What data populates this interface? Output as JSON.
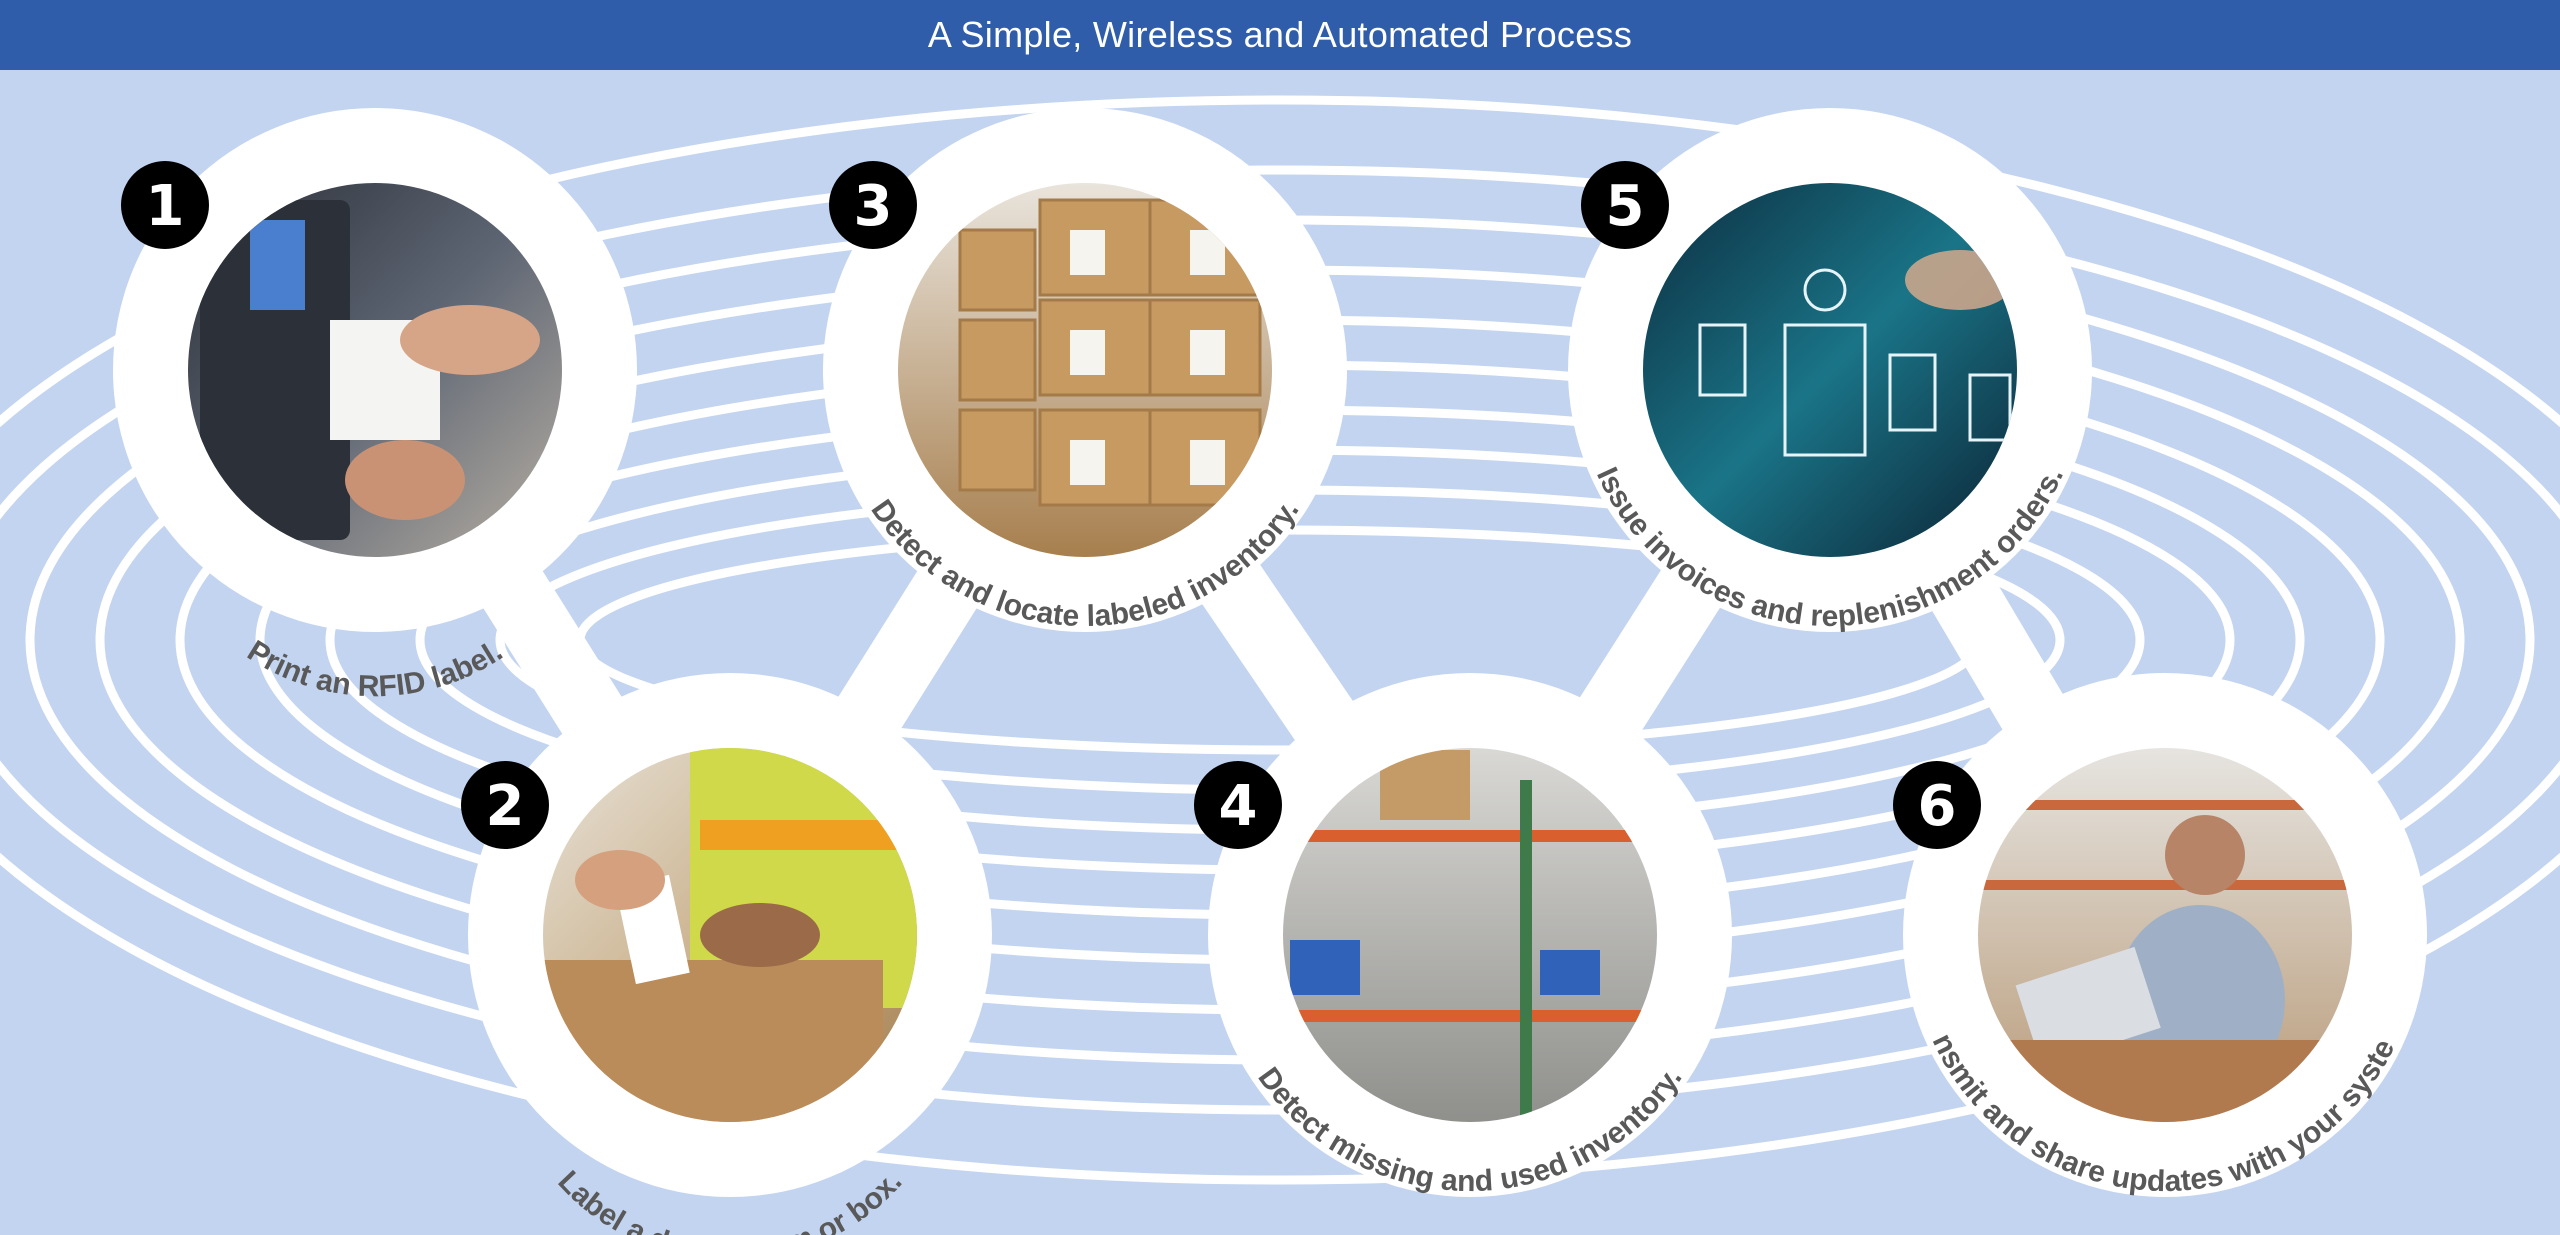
{
  "header": {
    "title": "A Simple, Wireless and Automated Process"
  },
  "steps": [
    {
      "number": "1",
      "label": "Print an RFID label.",
      "image": "printer-photo"
    },
    {
      "number": "2",
      "label": "Label a device, item or box.",
      "image": "labeling-box-photo"
    },
    {
      "number": "3",
      "label": "Detect and locate labeled inventory.",
      "image": "warehouse-boxes-photo"
    },
    {
      "number": "4",
      "label": "Detect missing and used inventory.",
      "image": "shelving-photo"
    },
    {
      "number": "5",
      "label": "Issue invoices and replenishment orders.",
      "image": "invoice-screen-photo"
    },
    {
      "number": "6",
      "label": "Transmit and share updates with your systems.",
      "image": "man-laptop-photo"
    }
  ],
  "colors": {
    "header_bg": "#2f5daa",
    "page_bg": "#c3d4f0",
    "badge": "#000000",
    "label_text": "#595959"
  }
}
